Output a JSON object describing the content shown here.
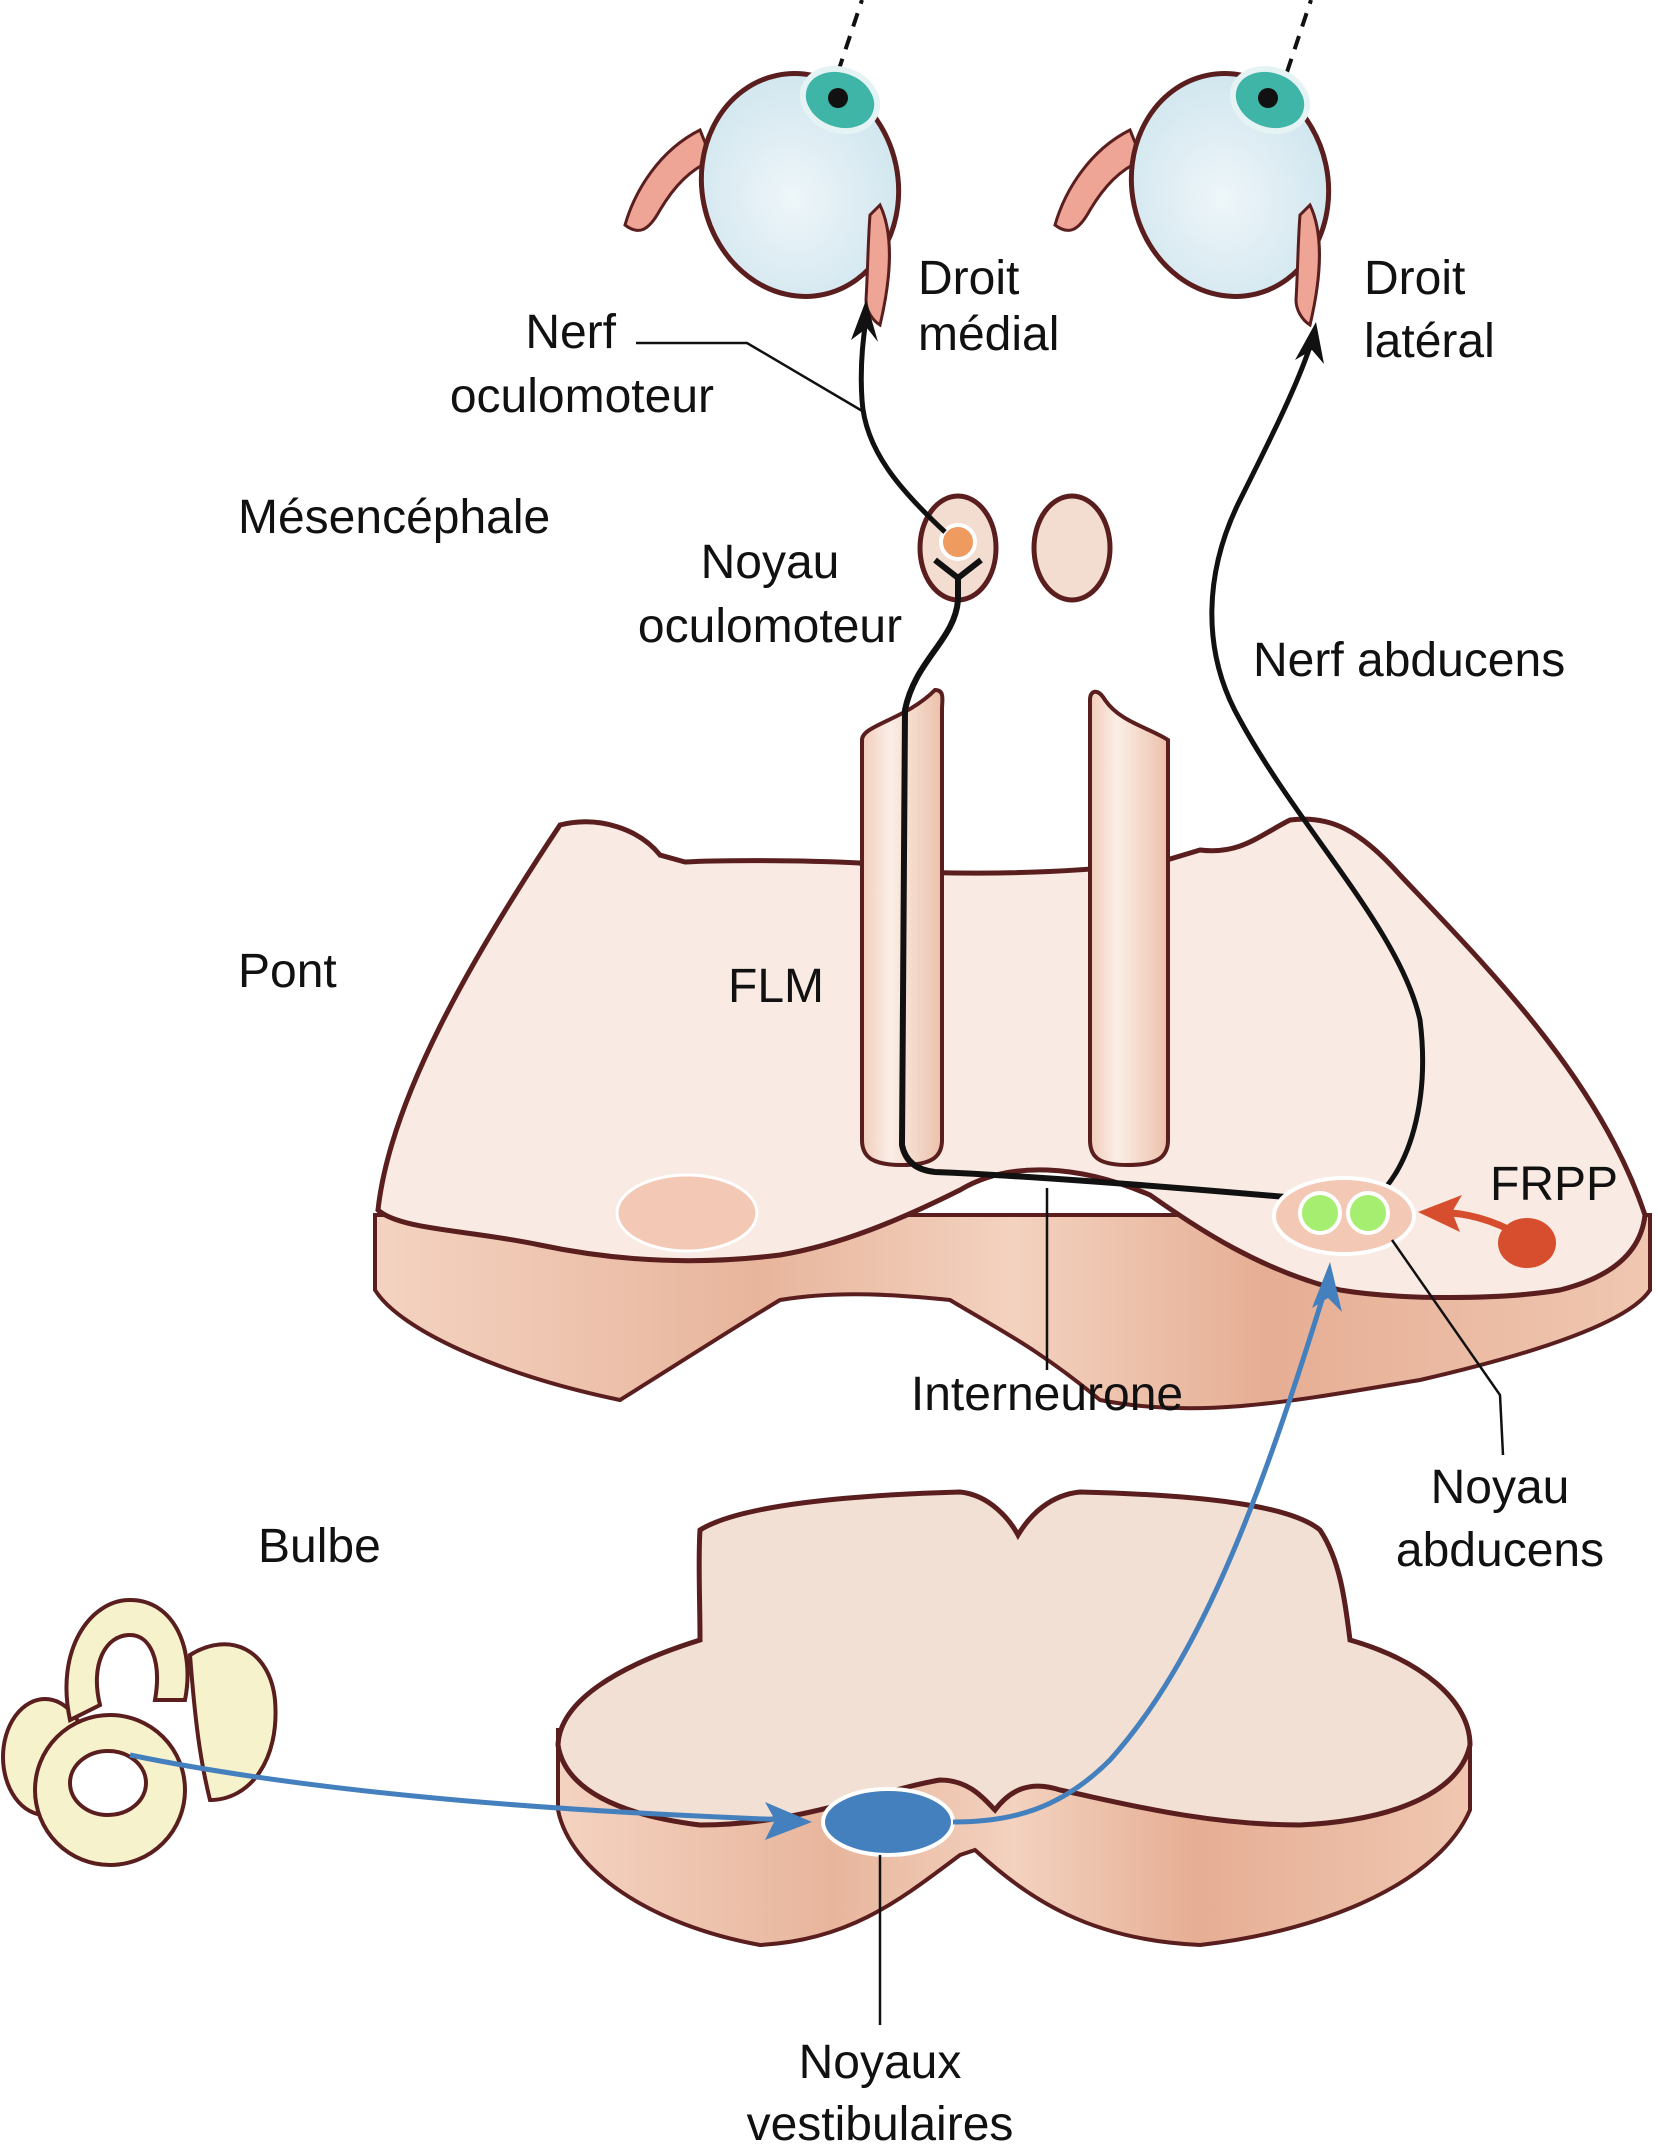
{
  "figure": {
    "regions": {
      "midbrain": "Mésencéphale",
      "pons": "Pont",
      "medulla": "Bulbe"
    },
    "muscles": {
      "medial_rectus": [
        "Droit",
        "médial"
      ],
      "lateral_rectus": [
        "Droit",
        "latéral"
      ]
    },
    "nerves": {
      "oculomotor_nerve": [
        "Nerf",
        "oculomoteur"
      ],
      "abducens_nerve": "Nerf abducens"
    },
    "nuclei": {
      "oculomotor_nucleus": [
        "Noyau",
        "oculomoteur"
      ],
      "abducens_nucleus": [
        "Noyau",
        "abducens"
      ],
      "vestibular_nuclei": [
        "Noyaux",
        "vestibulaires"
      ]
    },
    "structures": {
      "mlf": "FLM",
      "pprf": "FRPP",
      "interneuron": "Interneurone"
    },
    "colors": {
      "tissue_fill": "#f9e9e0",
      "tissue_side": "#efc6b0",
      "outline": "#5a1e1e",
      "eye_fill": "#dcedf3",
      "iris": "#3fb5a8",
      "muscle": "#eea596",
      "oculomotor_neuron": "#ef9a5f",
      "abducens_neurons": "#a6ee6f",
      "pprf_dot": "#d64e2e",
      "vestibular_path": "#4480bd",
      "labyrinth": "#f6f2cc",
      "nerve": "#111111"
    }
  }
}
